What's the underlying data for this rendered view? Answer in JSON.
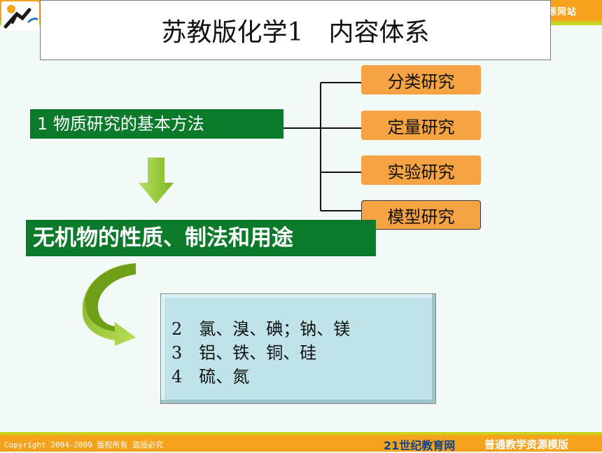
{
  "header": {
    "site_tag": "源网站"
  },
  "title": "苏教版化学1　内容体系",
  "method": {
    "label": "1 物质研究的基本方法",
    "tags": [
      "分类研究",
      "定量研究",
      "实验研究",
      "模型研究"
    ]
  },
  "inorganic": {
    "label": "无机物的性质、制法和用途"
  },
  "content": {
    "lines": [
      "2　氯、溴、碘；钠、镁",
      "3　铝、铁、铜、硅",
      "4　硫、氮"
    ]
  },
  "footer": {
    "copyright": "Copyright 2004-2009 版权所有 盗版必究",
    "brand": "21世纪教育网",
    "tag": "普通教学资源模版"
  },
  "colors": {
    "banner": "#f6a21c",
    "green_header": "#0b7a2a",
    "orange_tag": "#f6a344",
    "card": "#bfe3e8",
    "arrow": "#9bcb22"
  }
}
